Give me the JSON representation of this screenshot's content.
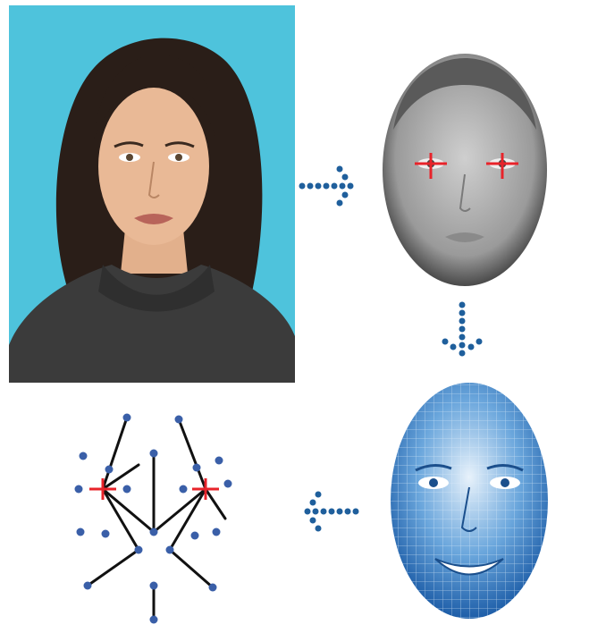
{
  "pipeline": {
    "steps": [
      {
        "id": "input-photo",
        "kind": "portrait-photo"
      },
      {
        "id": "eye-localization",
        "kind": "grayscale-face-with-eye-markers"
      },
      {
        "id": "face-mesh",
        "kind": "blue-wireframe-face"
      },
      {
        "id": "feature-graph",
        "kind": "landmark-graph"
      }
    ],
    "arrows": [
      "right",
      "down",
      "left"
    ]
  },
  "colors": {
    "photo_background": "#4ec3dc",
    "arrow_dots": "#1f5f9c",
    "marker": "#e8232a",
    "graph_node": "#3a5fa8",
    "graph_edge": "#111111",
    "mesh_blue": "#2b78c8"
  }
}
